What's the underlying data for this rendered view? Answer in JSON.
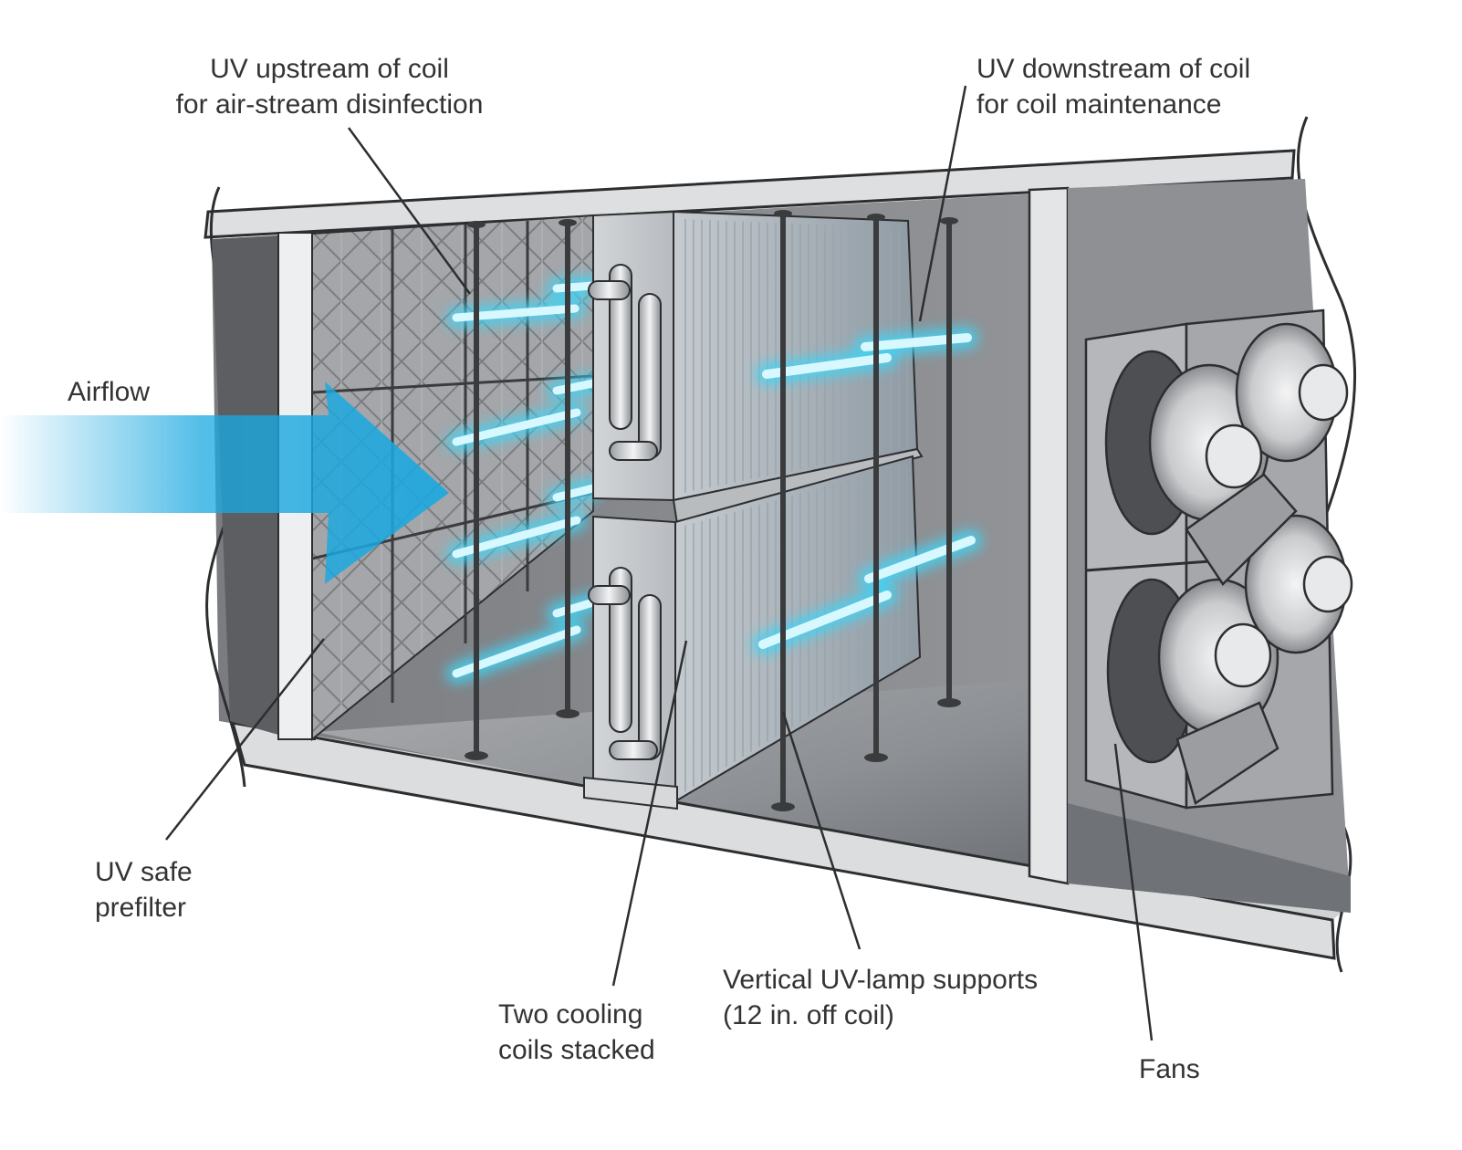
{
  "colors": {
    "uv_glow": "#3fd4f5",
    "uv_core": "#d8f8ff",
    "airflow_arrow": "#1aa8e0",
    "housing_light": "#dedfe1",
    "housing_dark": "#5c5e62",
    "line": "#2d2e30",
    "text": "#333333"
  },
  "labels": {
    "uv_upstream": [
      "UV upstream of coil",
      "for air-stream disinfection"
    ],
    "uv_downstream": [
      "UV downstream of coil",
      "for coil maintenance"
    ],
    "airflow": "Airflow",
    "prefilter": [
      "UV safe",
      "prefilter"
    ],
    "cooling_coils": [
      "Two cooling",
      "coils stacked"
    ],
    "lamp_supports": [
      "Vertical UV-lamp supports",
      "(12 in. off coil)"
    ],
    "fans": "Fans"
  }
}
